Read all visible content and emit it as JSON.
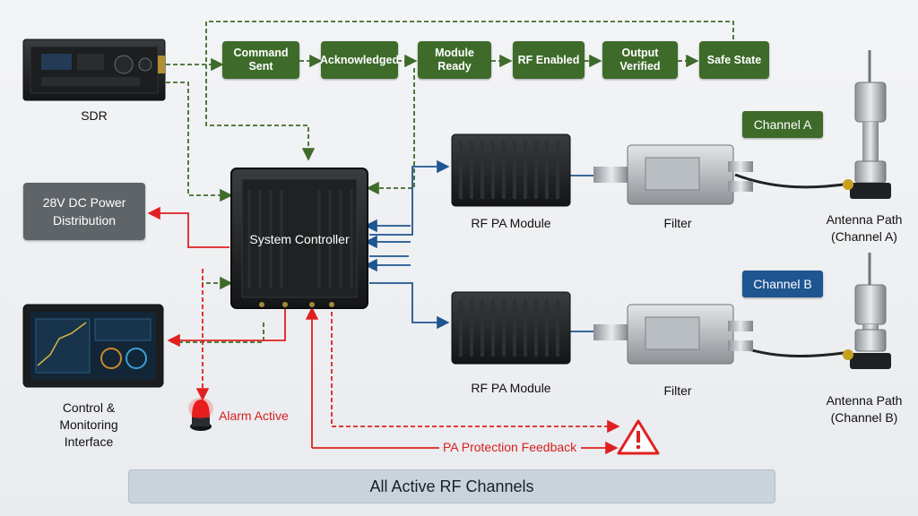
{
  "flow": {
    "steps": [
      {
        "label": "Command Sent"
      },
      {
        "label": "Acknowledged"
      },
      {
        "label": "Module Ready"
      },
      {
        "label": "RF Enabled"
      },
      {
        "label": "Output Verified"
      },
      {
        "label": "Safe State"
      }
    ]
  },
  "devices": {
    "sdr": "SDR",
    "power": "28V DC Power Distribution",
    "controller": "System Controller",
    "control_interface": "Control & Monitoring Interface",
    "pa_module_a": "RF PA Module",
    "pa_module_b": "RF PA Module",
    "filter_a": "Filter",
    "filter_b": "Filter",
    "antenna_a": "Antenna Path (Channel A)",
    "antenna_b": "Antenna Path (Channel B)"
  },
  "channels": {
    "a": {
      "label": "Channel A",
      "color": "#3e6b2a"
    },
    "b": {
      "label": "Channel B",
      "color": "#1f5590"
    }
  },
  "alarms": {
    "alarm_active": "Alarm Active",
    "pa_protection": "PA Protection Feedback"
  },
  "footer": {
    "label": "All Active RF Channels"
  },
  "colors": {
    "green_flow": "#3e6b2a",
    "blue_link": "#1f5590",
    "red_link": "#e02020"
  }
}
